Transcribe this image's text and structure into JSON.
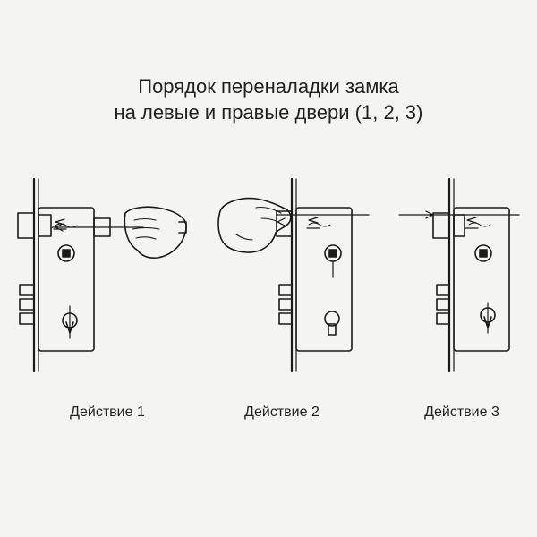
{
  "title": {
    "line1": "Порядок переналадки замка",
    "line2": "на левые и правые двери (1, 2, 3)"
  },
  "steps": [
    {
      "label": "Действие 1"
    },
    {
      "label": "Действие 2"
    },
    {
      "label": "Действие 3"
    }
  ],
  "colors": {
    "ink": "#1a1a1a",
    "paper": "#f4f4f2"
  }
}
